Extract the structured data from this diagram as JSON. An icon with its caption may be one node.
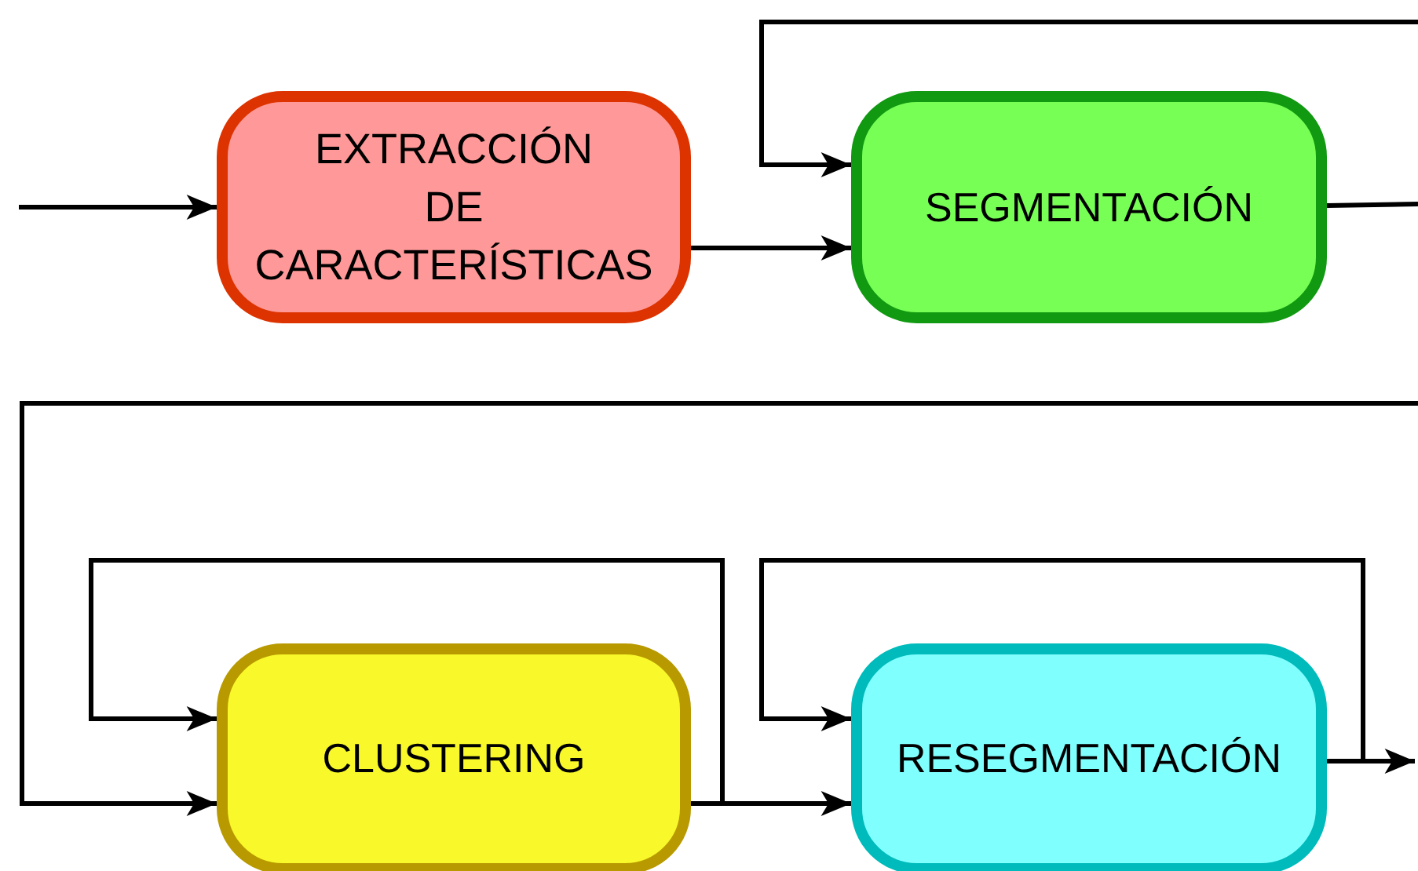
{
  "diagram": {
    "nodes": [
      {
        "text": [
          "EXTRACCIÓN DE CARACTERÍSTICAS"
        ]
      },
      {
        "text": [
          "SEGMENTACIÓN"
        ]
      },
      {
        "text": [
          "CLUSTERING"
        ]
      },
      {
        "text": [
          "RESEGMENTACIÓN"
        ]
      }
    ],
    "edges": [
      {
        "from": null,
        "to": 0,
        "arrow": "to"
      },
      {
        "from": 0,
        "to": 1,
        "arrow": "to"
      },
      {
        "from": null,
        "to": 1,
        "arrow": "to"
      },
      {
        "from": 1,
        "to": null,
        "arrow": "none"
      },
      {
        "from": null,
        "to": 2,
        "arrow": "to"
      },
      {
        "from": 2,
        "to": 3,
        "arrow": "to"
      },
      {
        "from": 2,
        "to": 2,
        "arrow": "to"
      },
      {
        "from": 3,
        "to": 3,
        "arrow": "to"
      },
      {
        "from": 3,
        "to": null,
        "arrow": "to"
      }
    ]
  }
}
